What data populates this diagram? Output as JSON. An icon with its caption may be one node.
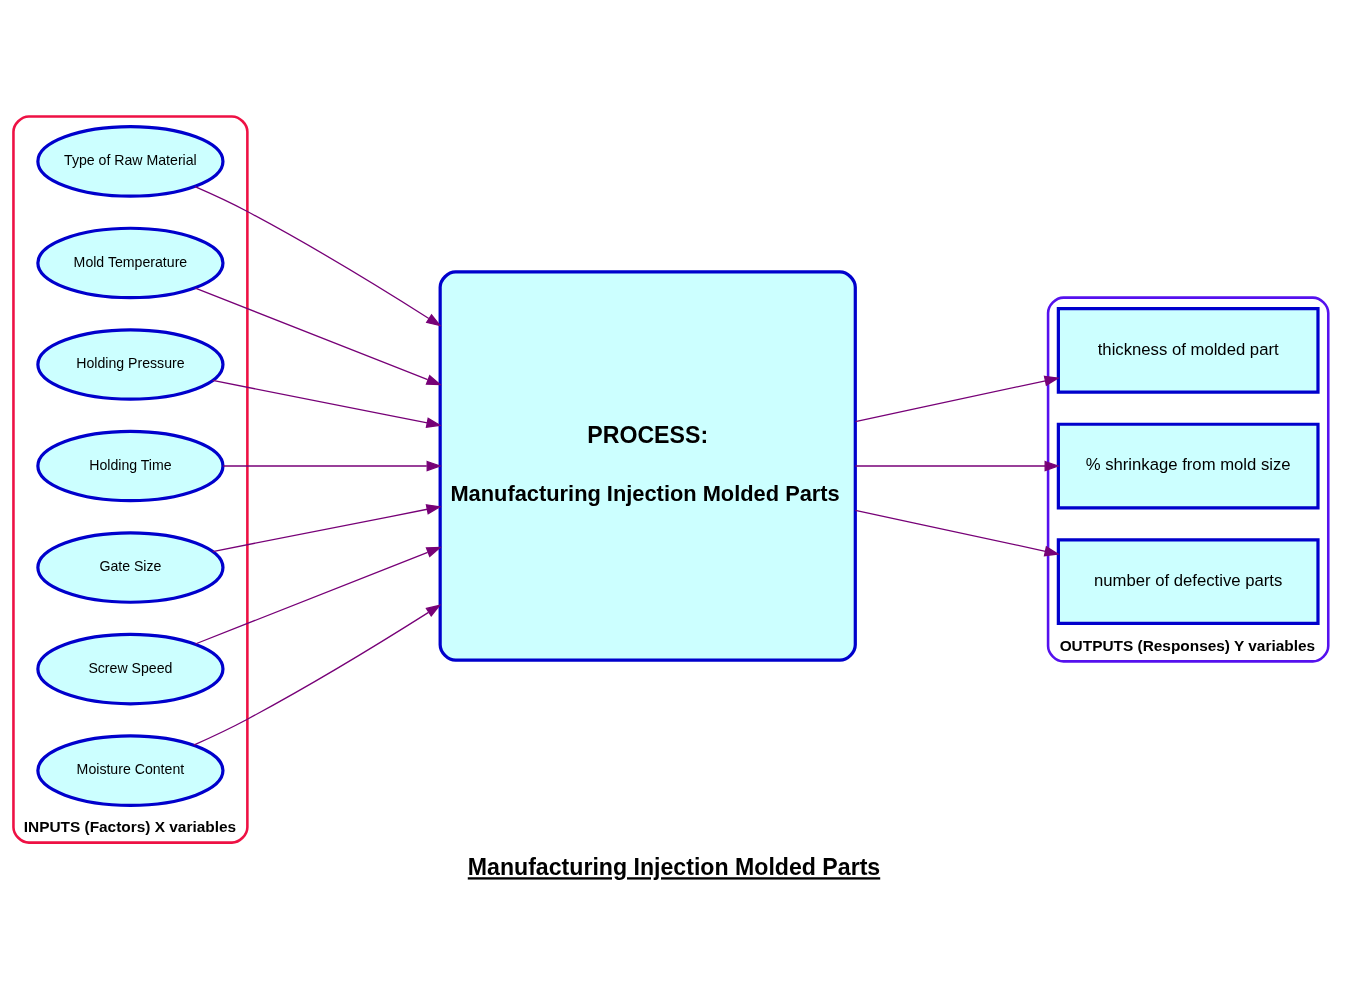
{
  "diagram": {
    "caption": "Manufacturing Injection Molded Parts",
    "nodes": [
      {
        "text": [
          "INPUTS (Factors) X variables"
        ]
      },
      {
        "text": [
          "Type of Raw Material"
        ],
        "in": 0
      },
      {
        "text": [
          "Mold Temperature"
        ],
        "in": 0
      },
      {
        "text": [
          "Holding Pressure"
        ],
        "in": 0
      },
      {
        "text": [
          "Holding Time"
        ],
        "in": 0
      },
      {
        "text": [
          "Gate Size"
        ],
        "in": 0
      },
      {
        "text": [
          "Screw Speed"
        ],
        "in": 0
      },
      {
        "text": [
          "Moisture Content"
        ],
        "in": 0
      },
      {
        "text": [
          "PROCESS:",
          "Manufacturing Injection Molded Parts"
        ]
      },
      {
        "text": [
          "OUTPUTS (Responses) Y variables"
        ]
      },
      {
        "text": [
          "thickness of molded part"
        ],
        "in": 9
      },
      {
        "text": [
          "% shrinkage from mold size"
        ],
        "in": 9
      },
      {
        "text": [
          "number of defective parts"
        ],
        "in": 9
      }
    ],
    "edges": [
      {
        "from": 1,
        "to": 8,
        "arrow": "to"
      },
      {
        "from": 2,
        "to": 8,
        "arrow": "to"
      },
      {
        "from": 3,
        "to": 8,
        "arrow": "to"
      },
      {
        "from": 4,
        "to": 8,
        "arrow": "to"
      },
      {
        "from": 5,
        "to": 8,
        "arrow": "to"
      },
      {
        "from": 6,
        "to": 8,
        "arrow": "to"
      },
      {
        "from": 7,
        "to": 8,
        "arrow": "to"
      },
      {
        "from": 8,
        "to": 10,
        "arrow": "to"
      },
      {
        "from": 8,
        "to": 11,
        "arrow": "to"
      },
      {
        "from": 8,
        "to": 12,
        "arrow": "to"
      }
    ]
  }
}
